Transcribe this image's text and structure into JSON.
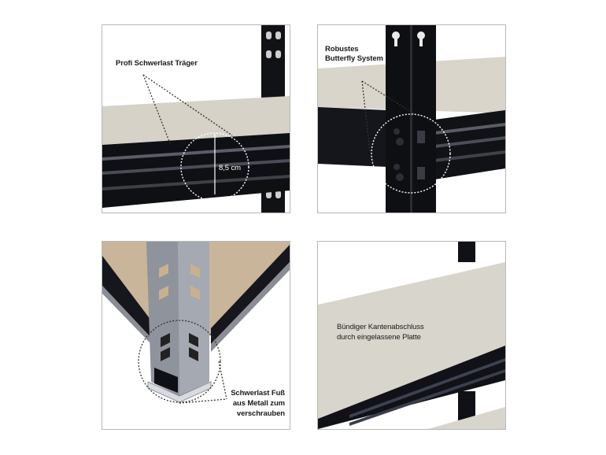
{
  "panels": [
    {
      "id": "p1",
      "label": "Profi Schwerlast Träger",
      "measurement": "8,5 cm"
    },
    {
      "id": "p2",
      "label_line1": "Robustes",
      "label_line2": "Butterfly System"
    },
    {
      "id": "p3",
      "label_line1": "Schwerlast Fuß",
      "label_line2": "aus Metall zum",
      "label_line3": "verschrauben"
    },
    {
      "id": "p4",
      "label_line1": "Bündiger Kantenabschluss",
      "label_line2": "durch eingelassene Platte"
    }
  ],
  "colors": {
    "steel_black": "#121318",
    "board": "#d7d4cb",
    "border": "#b8b8b8"
  }
}
